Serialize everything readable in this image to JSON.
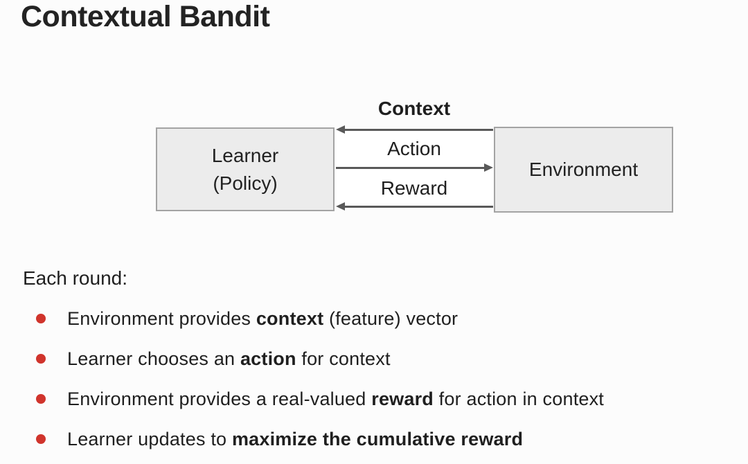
{
  "slide": {
    "title": "Contextual Bandit",
    "each_round_label": "Each round:",
    "bullets": [
      {
        "pre": "Environment provides ",
        "bold": "context",
        "post": " (feature) vector"
      },
      {
        "pre": "Learner chooses an ",
        "bold": "action",
        "post": " for context"
      },
      {
        "pre": "Environment provides a real-valued ",
        "bold": "reward",
        "post": " for action in context"
      },
      {
        "pre": "Learner updates to ",
        "bold": "maximize the cumulative reward",
        "post": ""
      }
    ]
  },
  "diagram": {
    "learner_box": {
      "line1": "Learner",
      "line2": "(Policy)"
    },
    "environment_box": {
      "label": "Environment"
    },
    "arrows": [
      {
        "label": "Context",
        "direction": "left",
        "from": "Environment",
        "to": "Learner"
      },
      {
        "label": "Action",
        "direction": "right",
        "from": "Learner",
        "to": "Environment"
      },
      {
        "label": "Reward",
        "direction": "left",
        "from": "Environment",
        "to": "Learner"
      }
    ]
  },
  "colors": {
    "background": "#fcfcfc",
    "text": "#1f1f1f",
    "bullet_red": "#d0342c",
    "box_fill": "#ececec",
    "box_border": "#a3a3a3",
    "arrow_gray": "#595959"
  }
}
